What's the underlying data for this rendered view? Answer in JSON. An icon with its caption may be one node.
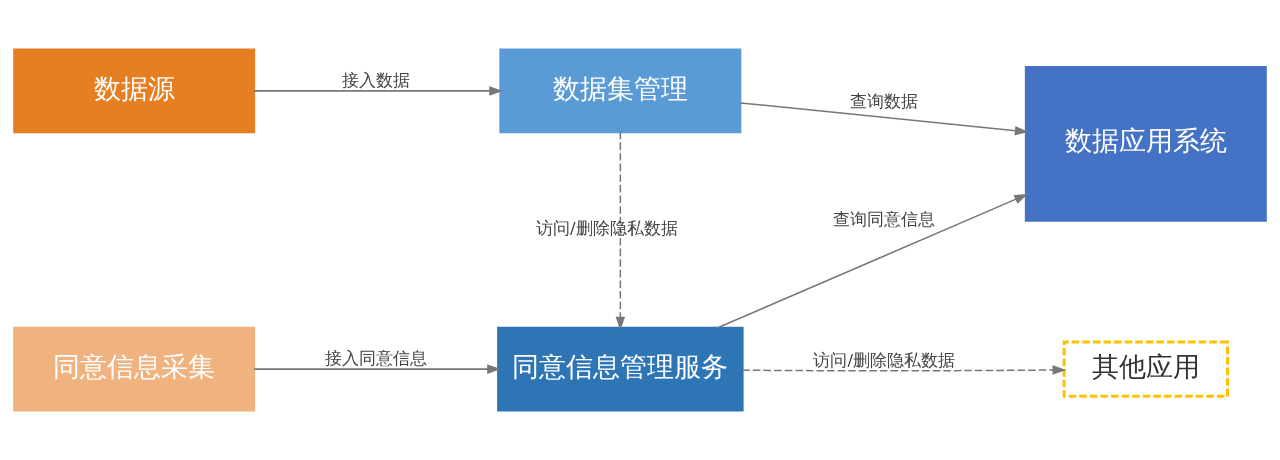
{
  "diagram": {
    "nodes": [
      {
        "text": [
          "数据源"
        ]
      },
      {
        "text": [
          "数据集管理"
        ]
      },
      {
        "text": [
          "数据应用系统"
        ]
      },
      {
        "text": [
          "同意信息采集"
        ]
      },
      {
        "text": [
          "同意信息管理服务"
        ]
      },
      {
        "text": [
          "其他应用"
        ]
      }
    ],
    "edges": [
      {
        "from": 0,
        "to": 1,
        "arrow": "to",
        "label": "接入数据"
      },
      {
        "from": 1,
        "to": 2,
        "arrow": "to",
        "label": "查询数据"
      },
      {
        "from": 1,
        "to": 4,
        "arrow": "to",
        "label": "访问/删除隐私数据",
        "style": "dashed"
      },
      {
        "from": 4,
        "to": 2,
        "arrow": "to",
        "label": "查询同意信息"
      },
      {
        "from": 3,
        "to": 4,
        "arrow": "to",
        "label": "接入同意信息"
      },
      {
        "from": 4,
        "to": 5,
        "arrow": "to",
        "label": "访问/删除隐私数据",
        "style": "dashed"
      }
    ]
  }
}
